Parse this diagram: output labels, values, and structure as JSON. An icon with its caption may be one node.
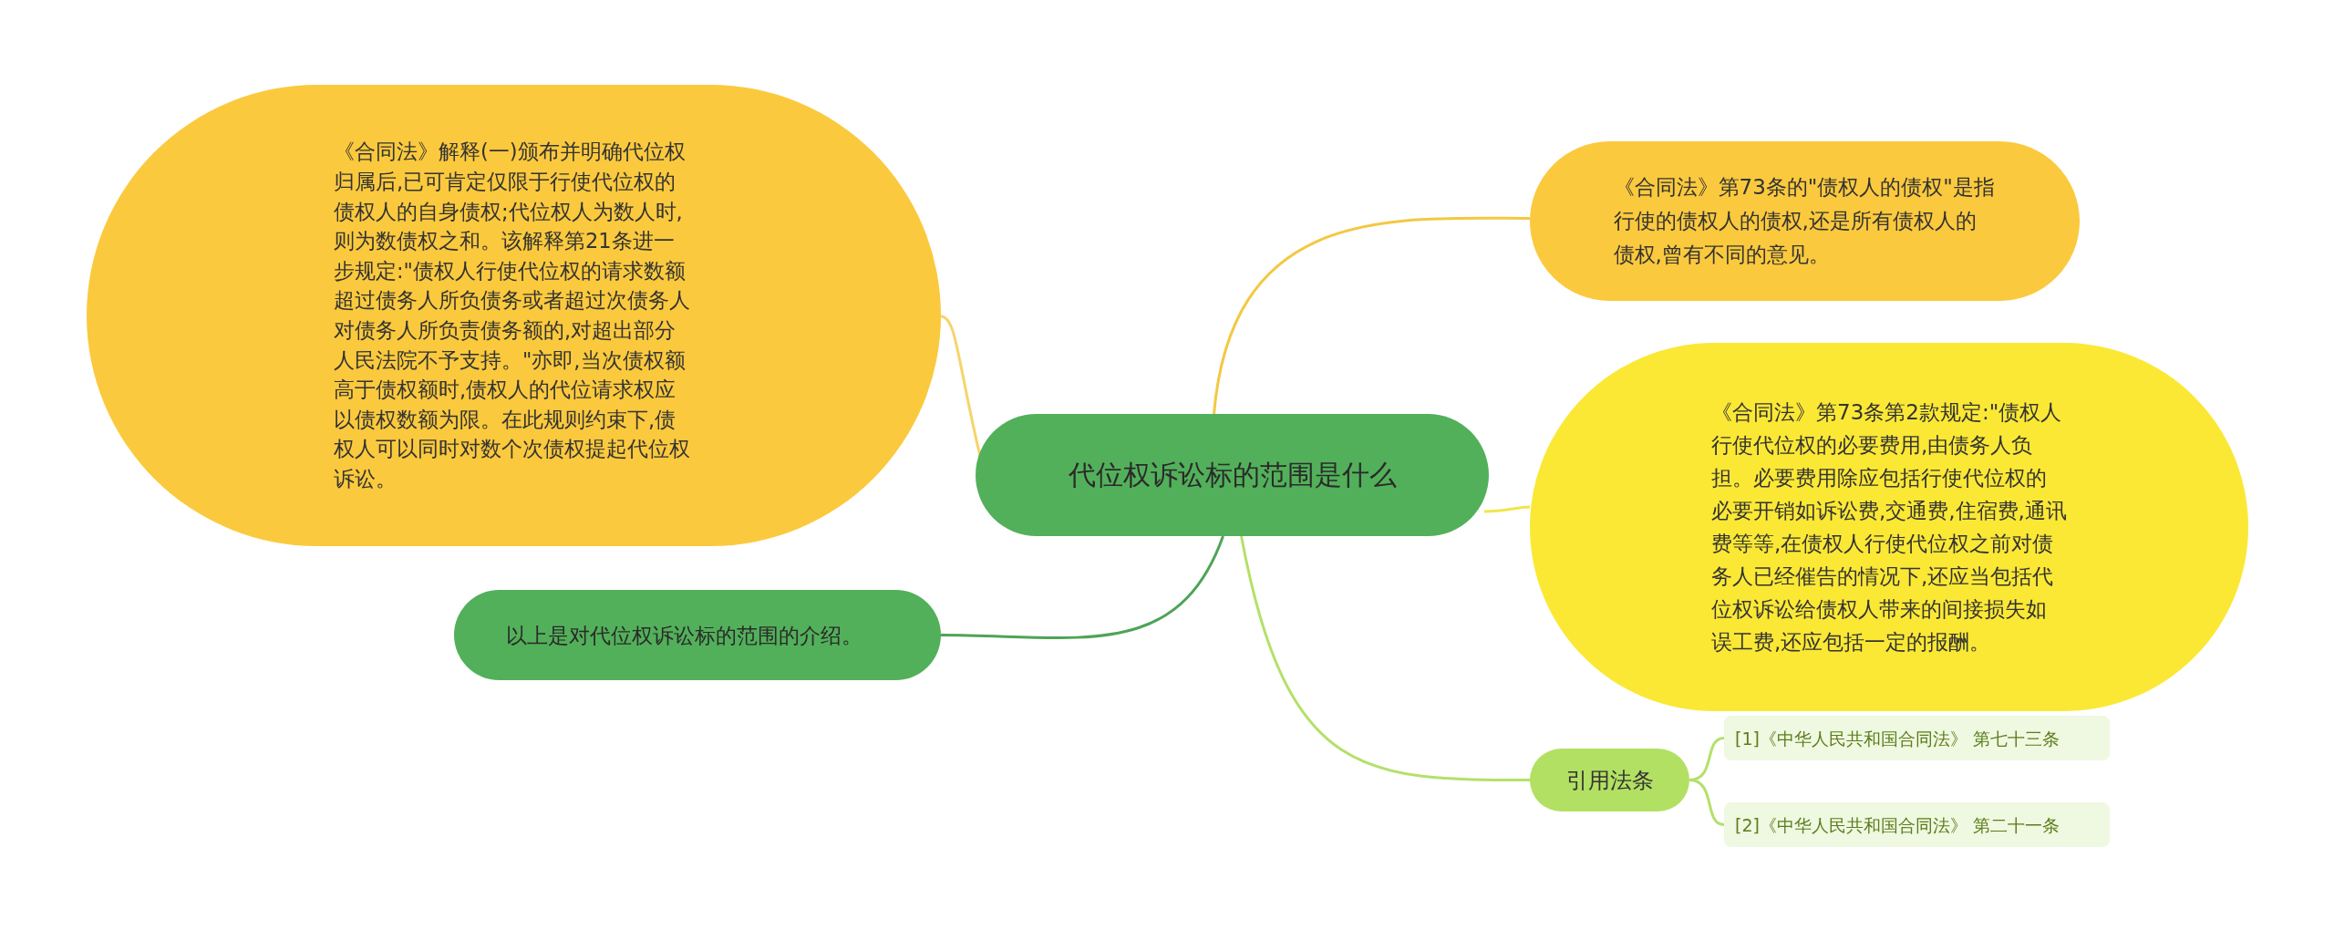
{
  "diagram": {
    "nodes": [
      {
        "text": [
          "代位权诉讼标的范围是什么"
        ]
      },
      {
        "text": [
          "《合同法》解释(一)颁布并明确代位权归属后,已可肯定仅限于行使代位权的债权人的自身债权;代位权人为数人时,则为数债权之和。该解释第21条进一步规定:\"债权人行使代位权的请求数额超过债务人所负债务或者超过次债务人对债务人所负责债务额的,对超出部分人民法院不予支持。\"亦即,当次债权额高于债权额时,债权人的代位请求权应以债权数额为限。在此规则约束下,债权人可以同时对数个次债权提起代位权诉讼。"
        ]
      },
      {
        "text": [
          "以上是对代位权诉讼标的范围的介绍。"
        ]
      },
      {
        "text": [
          "《合同法》第73条的\"债权人的债权\"是指行使的债权人的债权,还是所有债权人的债权,曾有不同的意见。"
        ]
      },
      {
        "text": [
          "《合同法》第73条第2款规定:\"债权人行使代位权的必要费用,由债务人负担。必要费用除应包括行使代位权的必要开销如诉讼费,交通费,住宿费,通讯费等等,在债权人行使代位权之前对债务人已经催告的情况下,还应当包括代位权诉讼给债权人带来的间接损失如误工费,还应包括一定的报酬。"
        ]
      },
      {
        "text": [
          "引用法条"
        ]
      },
      {
        "text": [
          "[1]《中华人民共和国合同法》 第七十三条"
        ]
      },
      {
        "text": [
          "[2]《中华人民共和国合同法》 第二十一条"
        ]
      }
    ],
    "edges": [
      {
        "from": 0,
        "to": 1,
        "arrow": "none",
        "color": "#f6d46c"
      },
      {
        "from": 0,
        "to": 2,
        "arrow": "none",
        "color": "#4ea456"
      },
      {
        "from": 0,
        "to": 3,
        "arrow": "none",
        "color": "#f3c843"
      },
      {
        "from": 0,
        "to": 4,
        "arrow": "none",
        "color": "#f2e54a"
      },
      {
        "from": 0,
        "to": 5,
        "arrow": "none",
        "color": "#b4e06a"
      },
      {
        "from": 5,
        "to": 6,
        "arrow": "none",
        "color": "#b4e06a"
      },
      {
        "from": 5,
        "to": 7,
        "arrow": "none",
        "color": "#b4e06a"
      }
    ]
  }
}
